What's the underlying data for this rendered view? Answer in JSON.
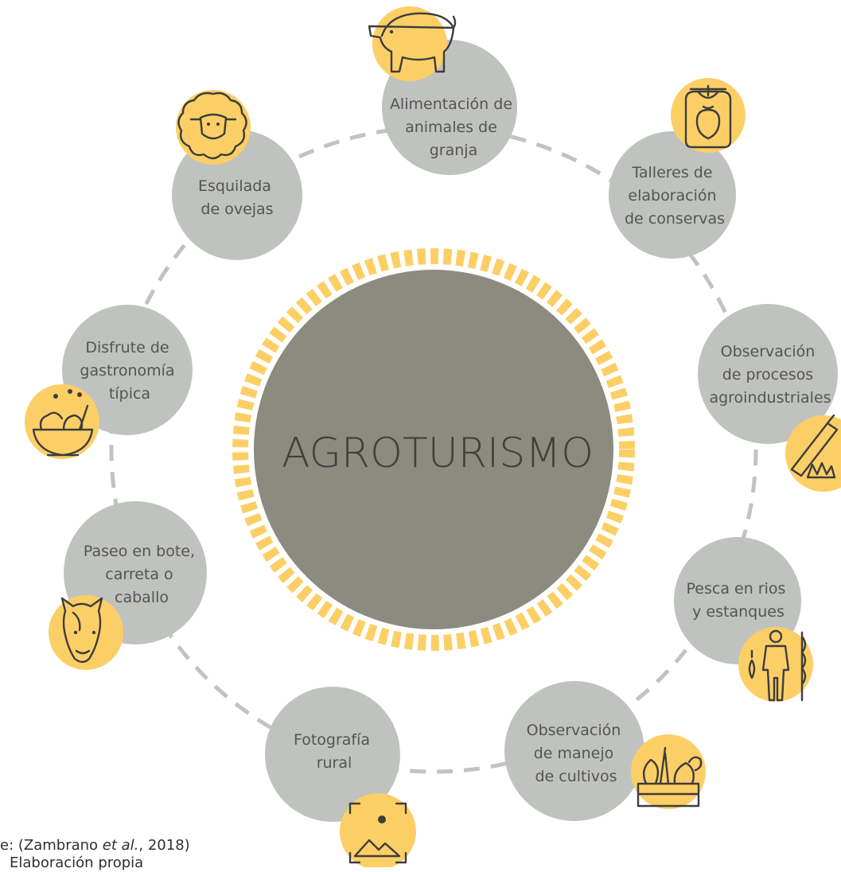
{
  "center_label": "AGROTURISMO",
  "colors": {
    "satellite": "#c0c2bf",
    "center": "#8c8b80",
    "accent": "#fccf66",
    "dash": "#c2c3c0"
  },
  "activities": [
    {
      "label": "Alimentación de animales de granja",
      "lines": [
        "Alimentación de",
        "animales de",
        "granja"
      ],
      "icon": "pig-icon"
    },
    {
      "label": "Talleres de elaboración de conservas",
      "lines": [
        "Talleres de",
        "elaboración",
        "de conservas"
      ],
      "icon": "jar-icon"
    },
    {
      "label": "Observación de procesos agroindustriales",
      "lines": [
        "Observación",
        "de procesos",
        "agroindustriales"
      ],
      "icon": "farm-tool-icon"
    },
    {
      "label": "Pesca en rios y estanques",
      "lines": [
        "Pesca en rios",
        "y estanques"
      ],
      "icon": "fisherman-icon"
    },
    {
      "label": "Observación de manejo de cultivos",
      "lines": [
        "Observación",
        "de manejo",
        "de cultivos"
      ],
      "icon": "vegetable-crate-icon"
    },
    {
      "label": "Fotografía rural",
      "lines": [
        "Fotografía",
        "rural"
      ],
      "icon": "landscape-photo-icon"
    },
    {
      "label": "Paseo en bote, carreta o caballo",
      "lines": [
        "Paseo en bote,",
        "carreta o",
        "caballo"
      ],
      "icon": "horse-icon"
    },
    {
      "label": "Disfrute de gastronomía típica",
      "lines": [
        "Disfrute de",
        "gastronomía",
        "típica"
      ],
      "icon": "salad-bowl-icon"
    },
    {
      "label": "Esquilada de ovejas",
      "lines": [
        "Esquilada",
        "de ovejas"
      ],
      "icon": "sheep-icon"
    }
  ],
  "footer": {
    "source_prefix": "e: (Zambrano ",
    "source_italic": "et al.",
    "source_suffix": ", 2018)",
    "note": "Elaboración propia"
  }
}
